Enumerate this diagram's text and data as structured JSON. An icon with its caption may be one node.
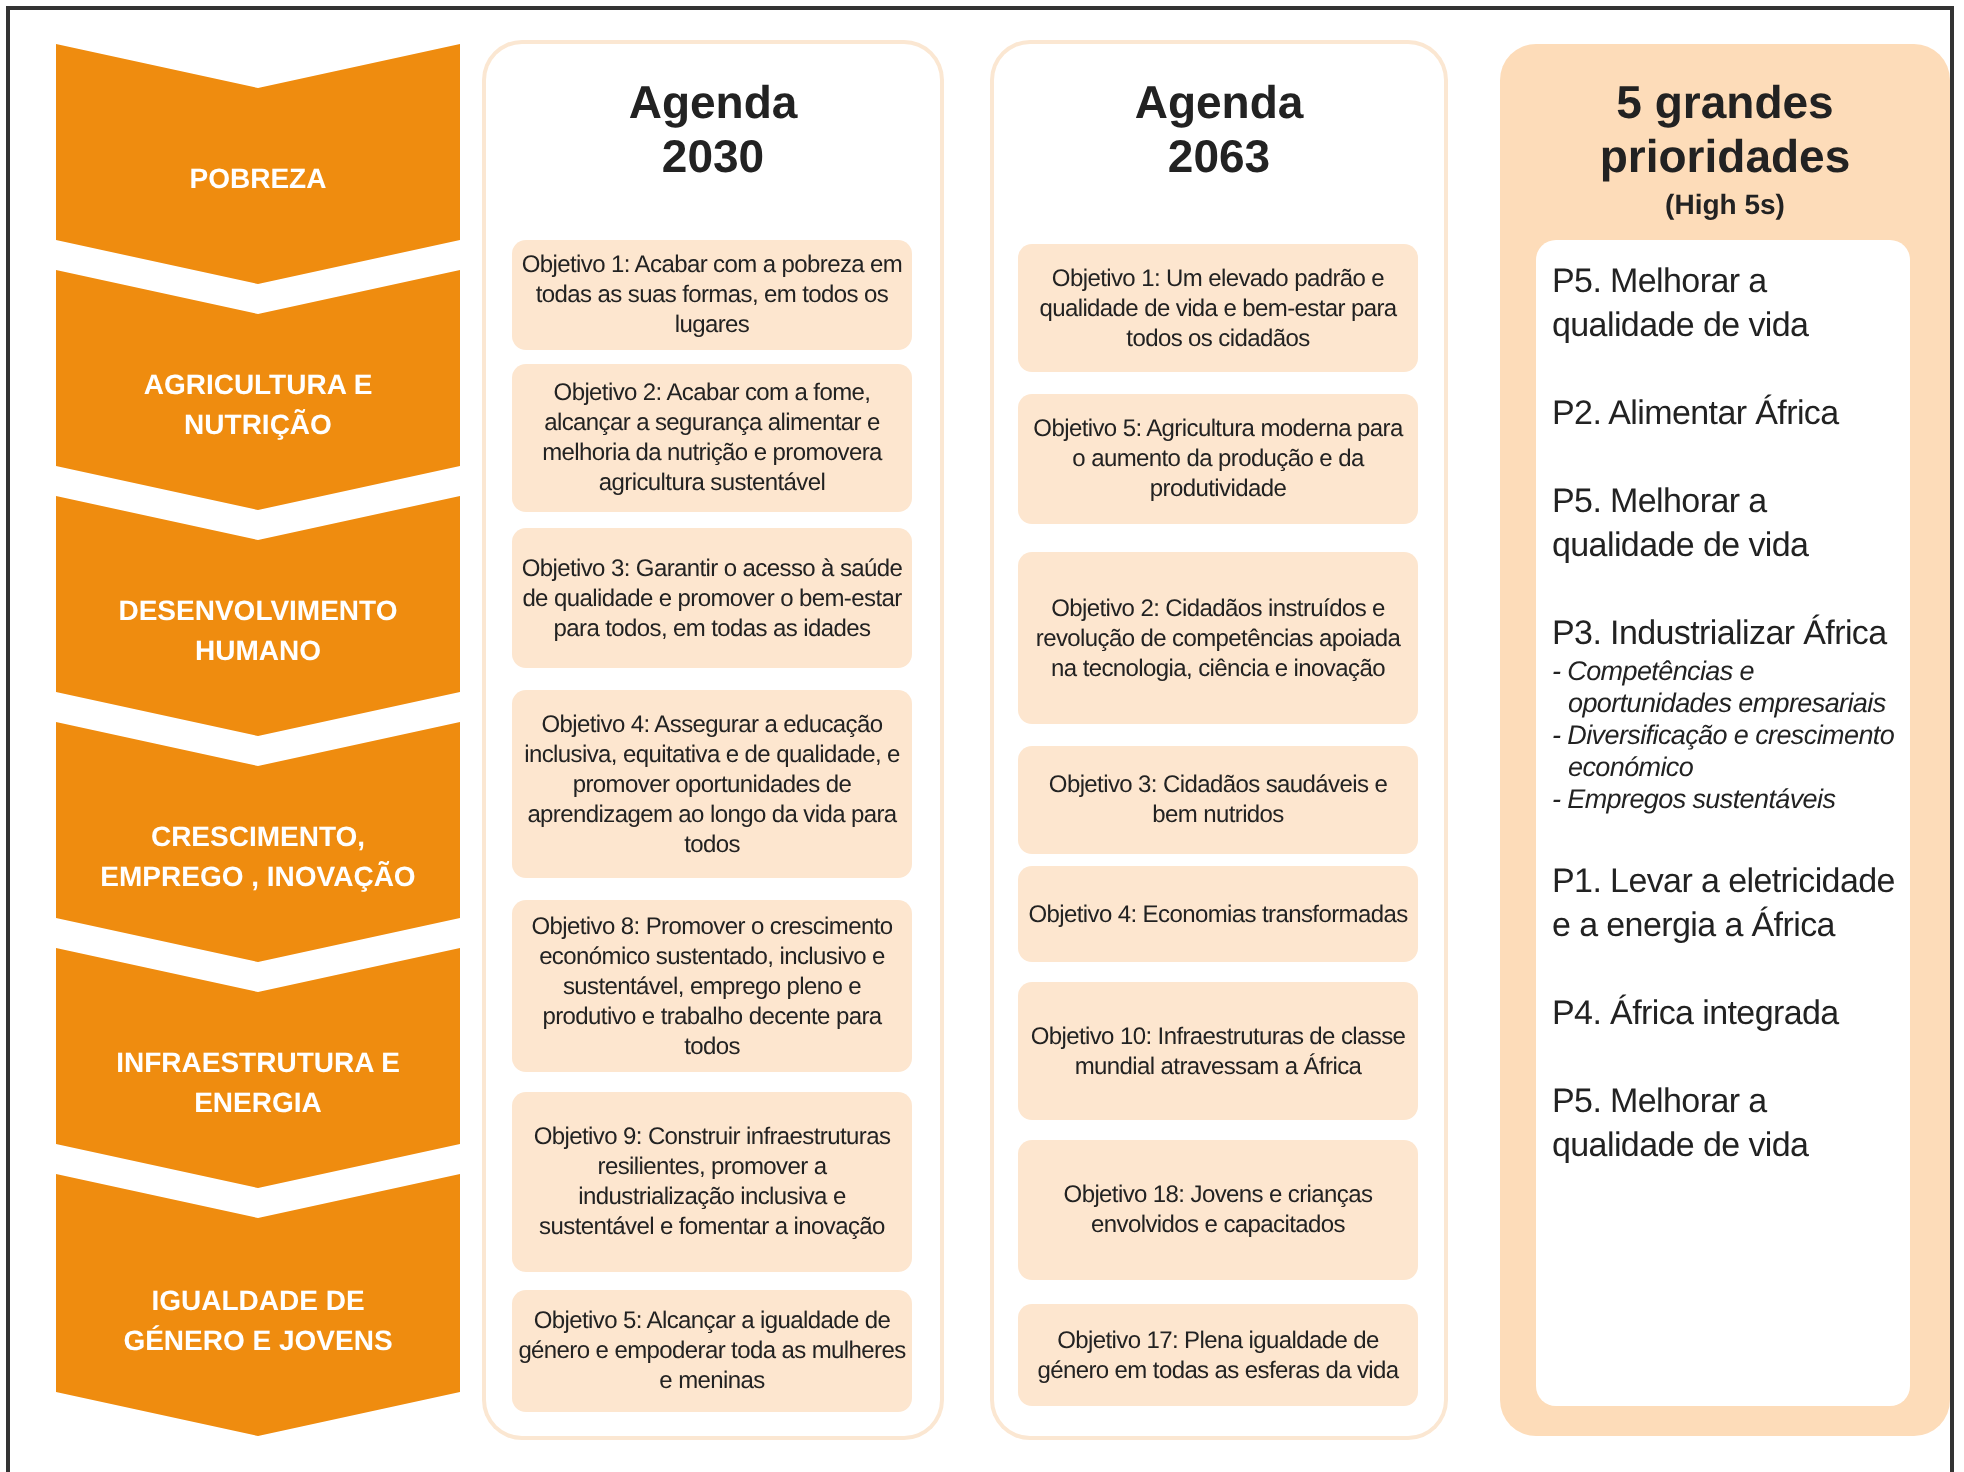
{
  "diagram": {
    "nodes": [
      {
        "text": [
          "POBREZA"
        ]
      },
      {
        "text": [
          "AGRICULTURA E NUTRIÇÃO"
        ]
      },
      {
        "text": [
          "DESENVOLVIMENTO HUMANO"
        ]
      },
      {
        "text": [
          "CRESCIMENTO, EMPREGO , INOVAÇÃO"
        ]
      },
      {
        "text": [
          "INFRAESTRUTURA E ENERGIA"
        ]
      },
      {
        "text": [
          "IGUALDADE DE GÉNERO E JOVENS"
        ]
      },
      {
        "text": [
          "Agenda 2030"
        ]
      },
      {
        "text": [
          "Objetivo 1: Acabar com a pobreza em todas as suas formas, em todos os lugares"
        ],
        "in": 6
      },
      {
        "text": [
          "Objetivo 2: Acabar com a fome, alcançar a segurança alimentar e melhoria da nutrição e promovera agricultura sustentável"
        ],
        "in": 6
      },
      {
        "text": [
          "Objetivo 3: Garantir o acesso à saúde de qualidade e promover o bem-estar para todos, em todas as idades"
        ],
        "in": 6
      },
      {
        "text": [
          "Objetivo 4: Assegurar a educação inclusiva, equitativa e de qualidade, e promover oportunidades de aprendizagem ao longo da vida para todos"
        ],
        "in": 6
      },
      {
        "text": [
          "Objetivo 8: Promover o crescimento económico sustentado, inclusivo e sustentável, emprego pleno e produtivo e trabalho decente para todos"
        ],
        "in": 6
      },
      {
        "text": [
          "Objetivo 9: Construir infraestruturas resilientes, promover a industrialização inclusiva e sustentável e fomentar a inovação"
        ],
        "in": 6
      },
      {
        "text": [
          "Objetivo 5: Alcançar a igualdade de género e empoderar toda as mulheres e meninas"
        ],
        "in": 6
      },
      {
        "text": [
          "Agenda 2063"
        ]
      },
      {
        "text": [
          "Objetivo  1:  Um elevado padrão e qualidade de vida e bem-estar para todos os cidadãos"
        ],
        "in": 14
      },
      {
        "text": [
          "Objetivo 5: Agricultura moderna para o aumento da produção e da produtividade"
        ],
        "in": 14
      },
      {
        "text": [
          "Objetivo  2:  Cidadãos instruídos e revolução de competências apoiada na tecnologia, ciência e inovação"
        ],
        "in": 14
      },
      {
        "text": [
          "Objetivo 3: Cidadãos saudáveis e bem nutridos"
        ],
        "in": 14
      },
      {
        "text": [
          "Objetivo 4: Economias transformadas"
        ],
        "in": 14
      },
      {
        "text": [
          "Objetivo 10: Infraestruturas de classe mundial atravessam a África"
        ],
        "in": 14
      },
      {
        "text": [
          "Objetivo 18: Jovens e crianças envolvidos e capacitados"
        ],
        "in": 14
      },
      {
        "text": [
          "Objetivo 17: Plena igualdade de género em todas as esferas da vida"
        ],
        "in": 14
      },
      {
        "text": [
          "5 grandes prioridades",
          "(High 5s)"
        ]
      },
      {
        "text": [
          "P5. Melhorar a qualidade de vida",
          "P2. Alimentar África",
          "P5. Melhorar a qualidade de vida",
          "P3. Industrializar África",
          "- Competências e oportunidades empresariais",
          "- Diversificação e crescimento económico",
          "- Empregos sustentáveis",
          "P1. Levar a eletricidade e a energia a África",
          "P4. África integrada",
          "P5. Melhorar a qualidade de vida"
        ],
        "in": 23
      }
    ],
    "edges": []
  }
}
